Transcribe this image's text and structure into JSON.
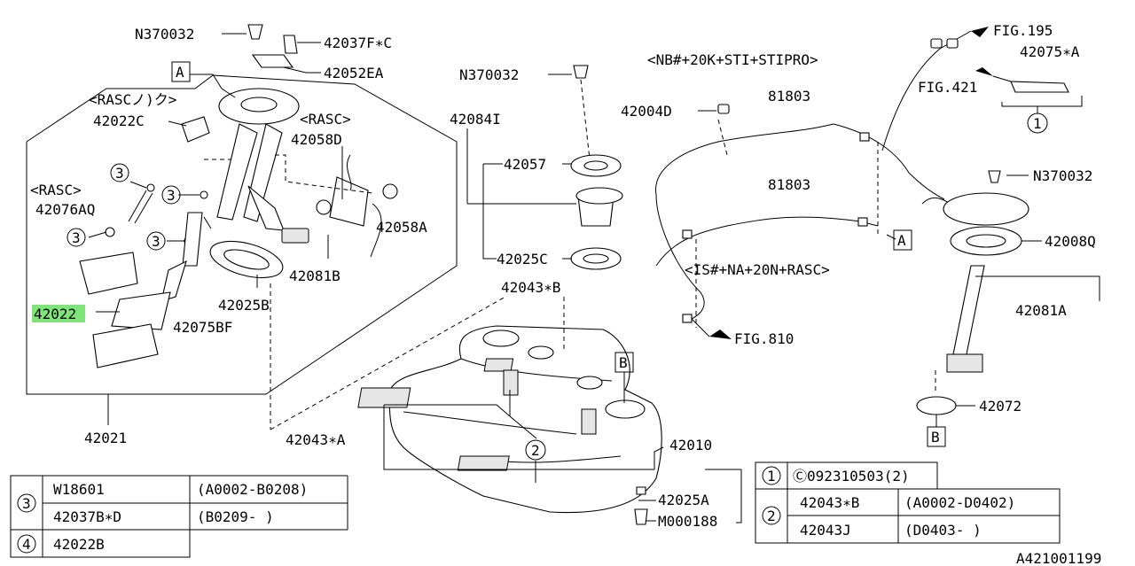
{
  "labels": {
    "n370032_a": "N370032",
    "p42037f": "42037F∗C",
    "p42052ea": "42052EA",
    "box_a_top": "A",
    "rasc_top": "<RASCノ)ク>",
    "p42022c": "42022C",
    "rasc_mid": "<RASC>",
    "p42058d": "42058D",
    "rasc_left": "<RASC>",
    "p42076aq": "42076AQ",
    "p42058a": "42058A",
    "p42081b": "42081B",
    "p42025b": "42025B",
    "p42022": "42022",
    "p42075bf": "42075BF",
    "p42021": "42021",
    "n370032_b": "N370032",
    "p42084i": "42084I",
    "p42057": "42057",
    "p42025c": "42025C",
    "p42043b": "42043∗B",
    "p42043a": "42043∗A",
    "box_b_tank": "B",
    "p42010": "42010",
    "p42025a": "42025A",
    "m000188": "M000188",
    "nb_variant": "<NB#+20K+STI+STIPRO>",
    "p42004d": "42004D",
    "p81803_a": "81803",
    "p81803_b": "81803",
    "is_variant": "<IS#+NA+20N+RASC>",
    "fig810": "FIG.810",
    "fig195": "FIG.195",
    "p42075a": "42075∗A",
    "fig421": "FIG.421",
    "n370032_c": "N370032",
    "p42008q": "42008Q",
    "box_a_right": "A",
    "p42081a": "42081A",
    "p42072": "42072",
    "box_b_right": "B",
    "footer_code": "A421001199"
  },
  "callouts": {
    "c1": "1",
    "c2": "2",
    "c3": "3"
  },
  "table_left": {
    "rows": [
      {
        "ref": "3",
        "part": "W18601",
        "range": "(A0002-B0208)"
      },
      {
        "ref": "",
        "part": "42037B∗D",
        "range": "(B0209-      )"
      },
      {
        "ref": "4",
        "part": "42022B",
        "range": ""
      }
    ]
  },
  "table_right": {
    "rows": [
      {
        "ref": "1",
        "part": "Ⓒ092310503(2)",
        "range": ""
      },
      {
        "ref": "2",
        "part": "42043∗B",
        "range": "(A0002-D0402)"
      },
      {
        "ref": "",
        "part": "42043J",
        "range": "(D0403-     )"
      }
    ]
  },
  "colors": {
    "highlight": "#7fe57a",
    "ink": "#000000"
  }
}
